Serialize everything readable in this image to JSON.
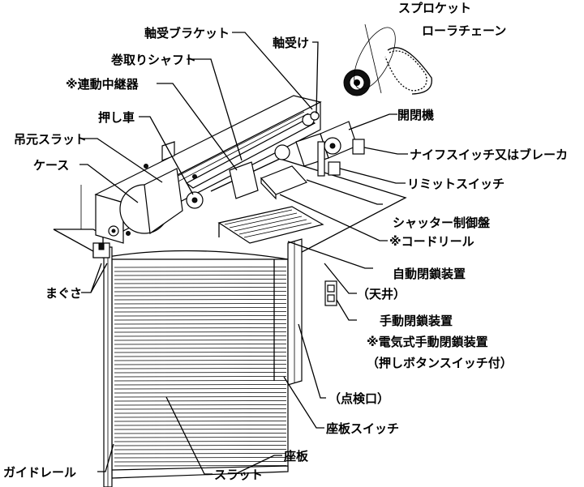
{
  "labels": {
    "sprocket": "スプロケット",
    "roller_chain": "ローラチェーン",
    "bearing_bracket": "軸受ブラケット",
    "bearing": "軸受け",
    "winding_shaft": "巻取りシャフト",
    "relay": "※連動中継器",
    "push_wheel": "押し車",
    "opener": "開閉機",
    "hanging_slat": "吊元スラット",
    "case": "ケース",
    "knife_switch": "ナイフスイッチ又はブレーカ",
    "limit_switch": "リミットスイッチ",
    "shutter_panel": "シャッター制御盤",
    "cord_reel": "※コードリール",
    "auto_closer": "自動閉鎖装置",
    "ceiling": "（天井）",
    "lintel": "まぐさ",
    "manual_closer": "手動閉鎖装置",
    "electric_manual_closer": "※電気式手動閉鎖装置",
    "push_button_note": "（押しボタンスイッチ付）",
    "inspection_port": "（点検口）",
    "bottom_switch": "座板スイッチ",
    "bottom_plate": "座板",
    "guide_rail": "ガイドレール",
    "slat": "スラット"
  }
}
